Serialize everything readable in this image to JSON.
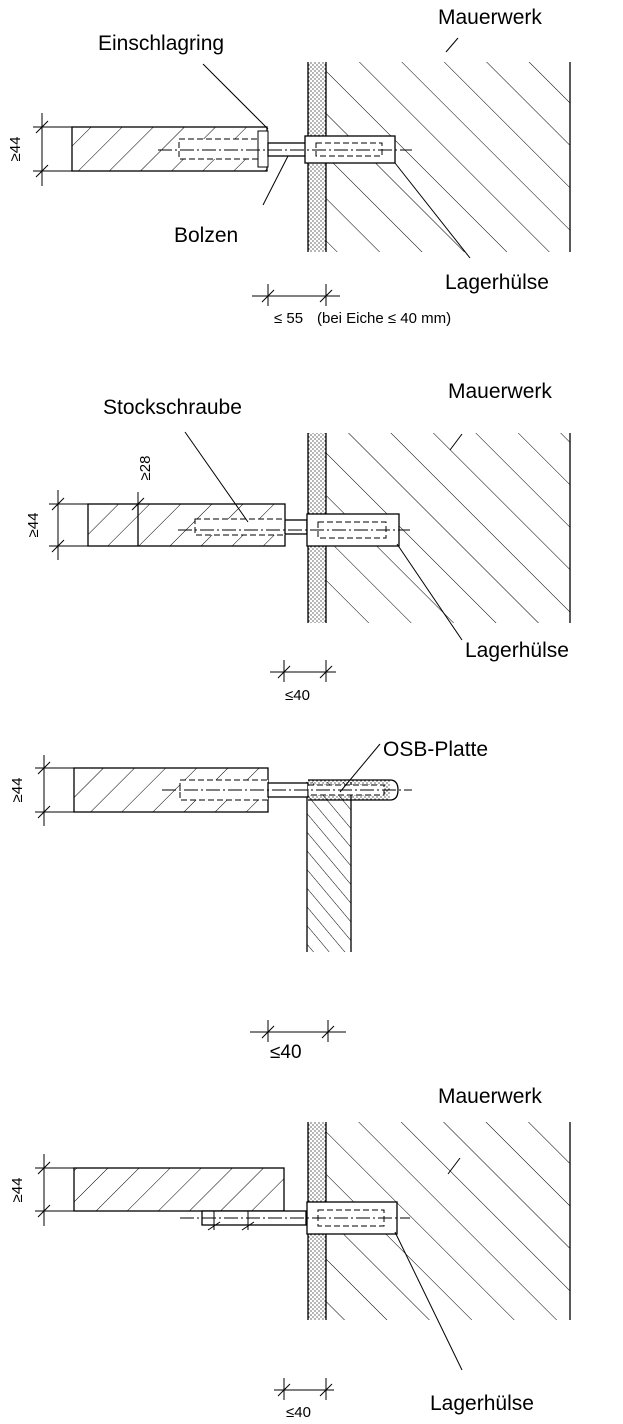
{
  "details": [
    {
      "labels": {
        "fastener": "Einschlagring",
        "bolt": "Bolzen",
        "wall": "Mauerwerk",
        "sleeve": "Lagerhülse"
      },
      "dims": {
        "thickness": "≥44",
        "gap": "≤ 55",
        "gap_note": "(bei Eiche ≤ 40 mm)"
      }
    },
    {
      "labels": {
        "fastener": "Stockschraube",
        "wall": "Mauerwerk",
        "sleeve": "Lagerhülse"
      },
      "dims": {
        "thickness": "≥44",
        "edge": "≥28",
        "gap": "≤40"
      }
    },
    {
      "labels": {
        "board": "OSB-Platte"
      },
      "dims": {
        "thickness": "≥44",
        "gap": "≤40"
      }
    },
    {
      "labels": {
        "wall": "Mauerwerk",
        "sleeve": "Lagerhülse"
      },
      "dims": {
        "thickness": "≥44",
        "gap": "≤40"
      }
    }
  ]
}
